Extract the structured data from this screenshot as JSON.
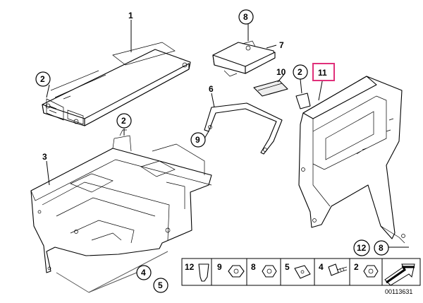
{
  "callouts": {
    "c1": "1",
    "c2a": "2",
    "c2b": "2",
    "c2c": "2",
    "c3": "3",
    "c4": "4",
    "c5": "5",
    "c6": "6",
    "c7": "7",
    "c8": "8",
    "c9": "9",
    "c10": "10",
    "c11": "11",
    "c12": "12",
    "c8b": "8"
  },
  "legend": {
    "items": [
      {
        "label": "12"
      },
      {
        "label": "9"
      },
      {
        "label": "8"
      },
      {
        "label": "5"
      },
      {
        "label": "4"
      },
      {
        "label": "2"
      }
    ],
    "diagram_code": "00113631"
  },
  "colors": {
    "highlight": "#e0307a"
  }
}
